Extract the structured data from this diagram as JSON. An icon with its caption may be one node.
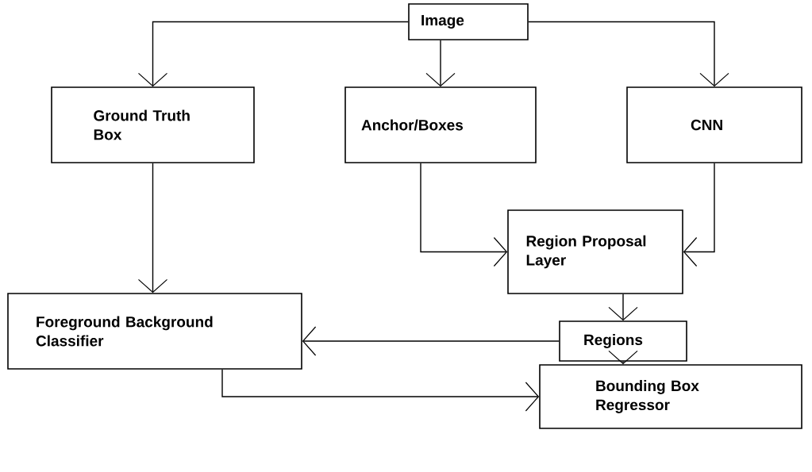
{
  "diagram": {
    "nodes": [
      {
        "text": [
          "Image"
        ]
      },
      {
        "text": [
          "Ground Truth Box"
        ]
      },
      {
        "text": [
          "Anchor/Boxes"
        ]
      },
      {
        "text": [
          "CNN"
        ]
      },
      {
        "text": [
          "Region Proposal Layer"
        ]
      },
      {
        "text": [
          "Foreground Background Classifier"
        ]
      },
      {
        "text": [
          "Regions"
        ]
      },
      {
        "text": [
          "Bounding Box Regressor"
        ]
      }
    ],
    "edges": [
      {
        "from": 0,
        "to": 1,
        "arrow": "to"
      },
      {
        "from": 0,
        "to": 2,
        "arrow": "to"
      },
      {
        "from": 0,
        "to": 3,
        "arrow": "to"
      },
      {
        "from": 1,
        "to": 5,
        "arrow": "to"
      },
      {
        "from": 2,
        "to": 4,
        "arrow": "to"
      },
      {
        "from": 3,
        "to": 4,
        "arrow": "to"
      },
      {
        "from": 4,
        "to": 6,
        "arrow": "to"
      },
      {
        "from": 6,
        "to": 5,
        "arrow": "to"
      },
      {
        "from": 6,
        "to": 7,
        "arrow": "to"
      },
      {
        "from": 5,
        "to": 7,
        "arrow": "to"
      }
    ]
  }
}
